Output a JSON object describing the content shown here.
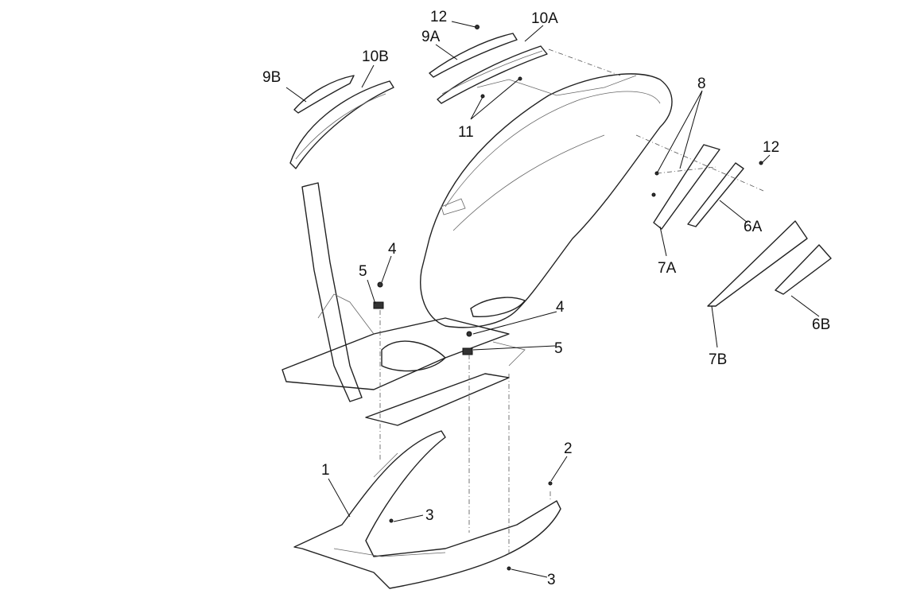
{
  "diagram": {
    "labels": [
      "12",
      "10A",
      "9A",
      "10B",
      "9B",
      "11",
      "8",
      "12",
      "6A",
      "7A",
      "5",
      "4",
      "4",
      "5",
      "7B",
      "6B",
      "2",
      "1",
      "3",
      "3"
    ]
  }
}
